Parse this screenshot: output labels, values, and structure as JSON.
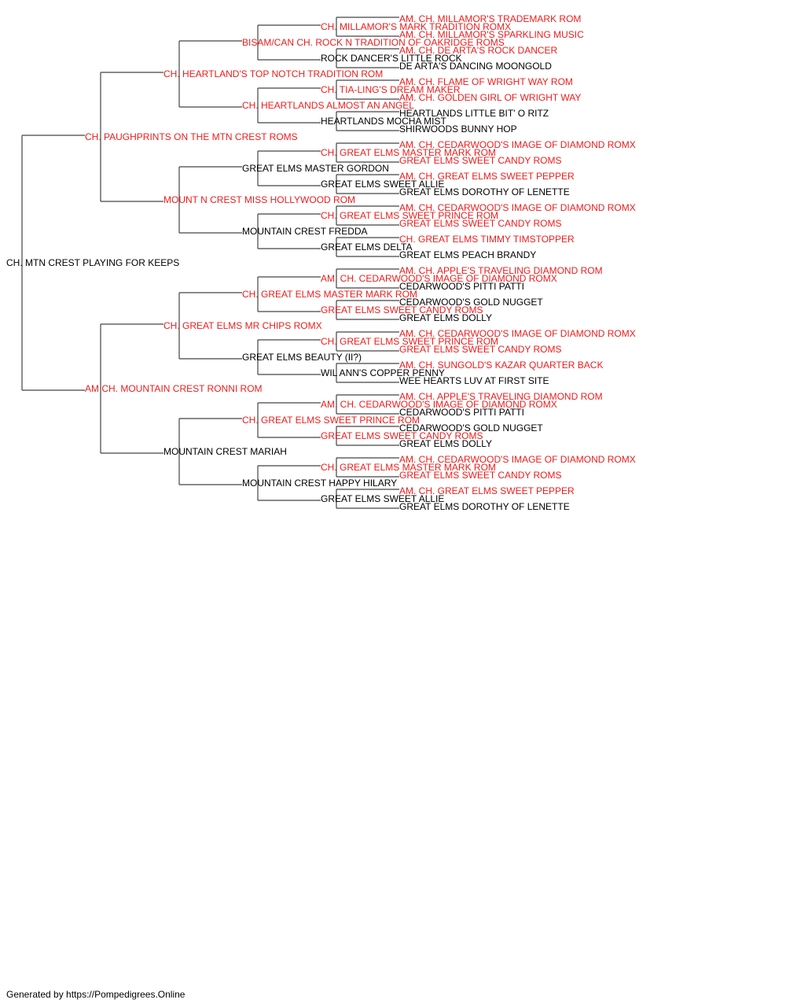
{
  "colors": {
    "champion": "#ee1c1c",
    "normal": "#000000",
    "line": "#444444"
  },
  "nodes": [
    {
      "id": "0",
      "name": "CH. MTN CREST PLAYING FOR KEEPS",
      "champion": false
    },
    {
      "id": "0S",
      "name": "CH. PAUGHPRINTS ON THE MTN CREST ROMS",
      "champion": true
    },
    {
      "id": "0D",
      "name": "AM CH. MOUNTAIN CREST RONNI ROM",
      "champion": true
    },
    {
      "id": "0SS",
      "name": "CH. HEARTLAND'S TOP NOTCH TRADITION ROM",
      "champion": true
    },
    {
      "id": "0SD",
      "name": "MOUNT N CREST MISS HOLLYWOOD ROM",
      "champion": true
    },
    {
      "id": "0DS",
      "name": "CH. GREAT ELMS MR CHIPS ROMX",
      "champion": true
    },
    {
      "id": "0DD",
      "name": "MOUNTAIN CREST MARIAH",
      "champion": false
    },
    {
      "id": "0SSS",
      "name": "BISAM/CAN CH. ROCK N TRADITION OF OAKRIDGE ROMS",
      "champion": true
    },
    {
      "id": "0SSD",
      "name": "CH. HEARTLANDS ALMOST AN ANGEL",
      "champion": true
    },
    {
      "id": "0SDS",
      "name": "GREAT ELMS MASTER GORDON",
      "champion": false
    },
    {
      "id": "0SDD",
      "name": "MOUNTAIN CREST FREDDA",
      "champion": false
    },
    {
      "id": "0DSS",
      "name": "CH. GREAT ELMS MASTER MARK ROM",
      "champion": true
    },
    {
      "id": "0DSD",
      "name": "GREAT ELMS BEAUTY (II?)",
      "champion": false
    },
    {
      "id": "0DDS",
      "name": "CH. GREAT ELMS SWEET PRINCE ROM",
      "champion": true
    },
    {
      "id": "0DDD",
      "name": "MOUNTAIN CREST HAPPY HILARY",
      "champion": false
    },
    {
      "id": "0SSSS",
      "name": "CH. MILLAMOR'S MARK TRADITION ROMX",
      "champion": true
    },
    {
      "id": "0SSSD",
      "name": "ROCK DANCER'S LITTLE ROCK",
      "champion": false
    },
    {
      "id": "0SSDS",
      "name": "CH. TIA-LING'S DREAM MAKER",
      "champion": true
    },
    {
      "id": "0SSDD",
      "name": "HEARTLANDS MOCHA MIST",
      "champion": false
    },
    {
      "id": "0SDSS",
      "name": "CH. GREAT ELMS MASTER MARK ROM",
      "champion": true
    },
    {
      "id": "0SDSD",
      "name": "GREAT ELMS SWEET ALLIE",
      "champion": false
    },
    {
      "id": "0SDDS",
      "name": "CH. GREAT ELMS SWEET PRINCE ROM",
      "champion": true
    },
    {
      "id": "0SDDD",
      "name": "GREAT ELMS DELTA",
      "champion": false
    },
    {
      "id": "0DSSS",
      "name": "AM. CH. CEDARWOOD'S IMAGE OF DIAMOND ROMX",
      "champion": true
    },
    {
      "id": "0DSSD",
      "name": "GREAT ELMS SWEET CANDY ROMS",
      "champion": true
    },
    {
      "id": "0DSDS",
      "name": "CH. GREAT ELMS SWEET PRINCE ROM",
      "champion": true
    },
    {
      "id": "0DSDD",
      "name": "WIL ANN'S COPPER PENNY",
      "champion": false
    },
    {
      "id": "0DDSS",
      "name": "AM. CH. CEDARWOOD'S IMAGE OF DIAMOND ROMX",
      "champion": true
    },
    {
      "id": "0DDSD",
      "name": "GREAT ELMS SWEET CANDY ROMS",
      "champion": true
    },
    {
      "id": "0DDDS",
      "name": "CH. GREAT ELMS MASTER MARK ROM",
      "champion": true
    },
    {
      "id": "0DDDD",
      "name": "GREAT ELMS SWEET ALLIE",
      "champion": false
    },
    {
      "id": "0SSSSS",
      "name": "AM. CH. MILLAMOR'S TRADEMARK ROM",
      "champion": true
    },
    {
      "id": "0SSSSD",
      "name": "AM. CH. MILLAMOR'S SPARKLING MUSIC",
      "champion": true
    },
    {
      "id": "0SSSDS",
      "name": "AM. CH. DE ARTA'S ROCK DANCER",
      "champion": true
    },
    {
      "id": "0SSSDD",
      "name": "DE ARTA'S DANCING MOONGOLD",
      "champion": false
    },
    {
      "id": "0SSDSS",
      "name": "AM. CH. FLAME OF WRIGHT WAY ROM",
      "champion": true
    },
    {
      "id": "0SSDSD",
      "name": "AM. CH. GOLDEN GIRL OF WRIGHT WAY",
      "champion": true
    },
    {
      "id": "0SSDDS",
      "name": "HEARTLANDS LITTLE BIT' O RITZ",
      "champion": false
    },
    {
      "id": "0SSDDD",
      "name": "SHIRWOODS BUNNY HOP",
      "champion": false
    },
    {
      "id": "0SDSSS",
      "name": "AM. CH. CEDARWOOD'S IMAGE OF DIAMOND ROMX",
      "champion": true
    },
    {
      "id": "0SDSSD",
      "name": "GREAT ELMS SWEET CANDY ROMS",
      "champion": true
    },
    {
      "id": "0SDSDS",
      "name": "AM. CH. GREAT ELMS SWEET PEPPER",
      "champion": true
    },
    {
      "id": "0SDSDD",
      "name": "GREAT ELMS DOROTHY OF LENETTE",
      "champion": false
    },
    {
      "id": "0SDDSS",
      "name": "AM. CH. CEDARWOOD'S IMAGE OF DIAMOND ROMX",
      "champion": true
    },
    {
      "id": "0SDDSD",
      "name": "GREAT ELMS SWEET CANDY ROMS",
      "champion": true
    },
    {
      "id": "0SDDDS",
      "name": "CH. GREAT ELMS TIMMY TIMSTOPPER",
      "champion": true
    },
    {
      "id": "0SDDDD",
      "name": "GREAT ELMS PEACH BRANDY",
      "champion": false
    },
    {
      "id": "0DSSSS",
      "name": "AM. CH. APPLE'S TRAVELING DIAMOND ROM",
      "champion": true
    },
    {
      "id": "0DSSSD",
      "name": "CEDARWOOD'S PITTI PATTI",
      "champion": false
    },
    {
      "id": "0DSSDS",
      "name": "CEDARWOOD'S GOLD NUGGET",
      "champion": false
    },
    {
      "id": "0DSSDD",
      "name": "GREAT ELMS DOLLY",
      "champion": false
    },
    {
      "id": "0DSDSS",
      "name": "AM. CH. CEDARWOOD'S IMAGE OF DIAMOND ROMX",
      "champion": true
    },
    {
      "id": "0DSDSD",
      "name": "GREAT ELMS SWEET CANDY ROMS",
      "champion": true
    },
    {
      "id": "0DSDDS",
      "name": "AM. CH. SUNGOLD'S KAZAR QUARTER BACK",
      "champion": true
    },
    {
      "id": "0DSDDD",
      "name": "WEE HEARTS LUV AT FIRST SITE",
      "champion": false
    },
    {
      "id": "0DDSSS",
      "name": "AM. CH. APPLE'S TRAVELING DIAMOND ROM",
      "champion": true
    },
    {
      "id": "0DDSSD",
      "name": "CEDARWOOD'S PITTI PATTI",
      "champion": false
    },
    {
      "id": "0DDSDS",
      "name": "CEDARWOOD'S GOLD NUGGET",
      "champion": false
    },
    {
      "id": "0DDSDD",
      "name": "GREAT ELMS DOLLY",
      "champion": false
    },
    {
      "id": "0DDDSS",
      "name": "AM. CH. CEDARWOOD'S IMAGE OF DIAMOND ROMX",
      "champion": true
    },
    {
      "id": "0DDDSD",
      "name": "GREAT ELMS SWEET CANDY ROMS",
      "champion": true
    },
    {
      "id": "0DDDDS",
      "name": "AM. CH. GREAT ELMS SWEET PEPPER",
      "champion": true
    },
    {
      "id": "0DDDDD",
      "name": "GREAT ELMS DOROTHY OF LENETTE",
      "champion": false
    }
  ],
  "footer": "Generated by https://Pompedigrees.Online"
}
